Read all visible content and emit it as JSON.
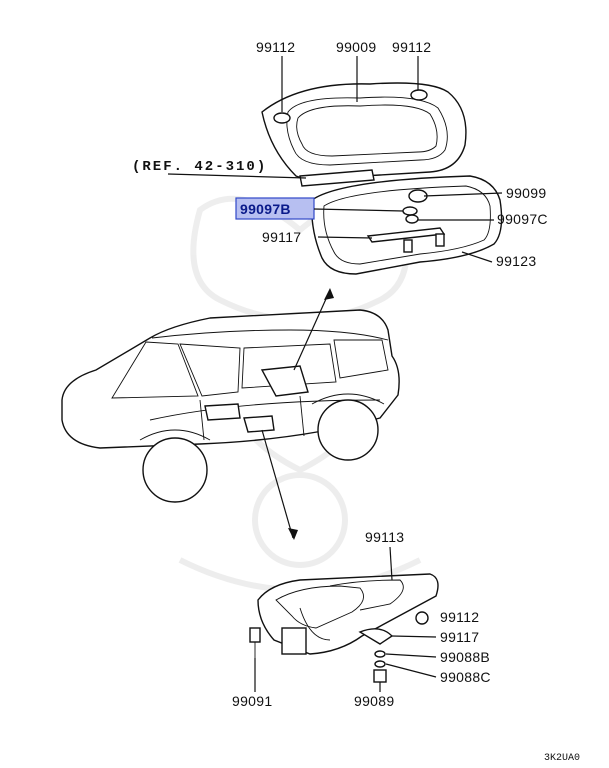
{
  "highlight_color": "#b7bff1",
  "reference": "(REF. 42-310)",
  "image_code": "3K2UA0",
  "parts": {
    "p99112_a": "99112",
    "p99009": "99009",
    "p99112_b": "99112",
    "p99099": "99099",
    "p99097b": "99097B",
    "p99097c": "99097C",
    "p99117_top": "99117",
    "p99123": "99123",
    "p99113": "99113",
    "p99112_bottom": "99112",
    "p99117_bottom": "99117",
    "p99088b": "99088B",
    "p99088c": "99088C",
    "p99091": "99091",
    "p99089": "99089"
  }
}
